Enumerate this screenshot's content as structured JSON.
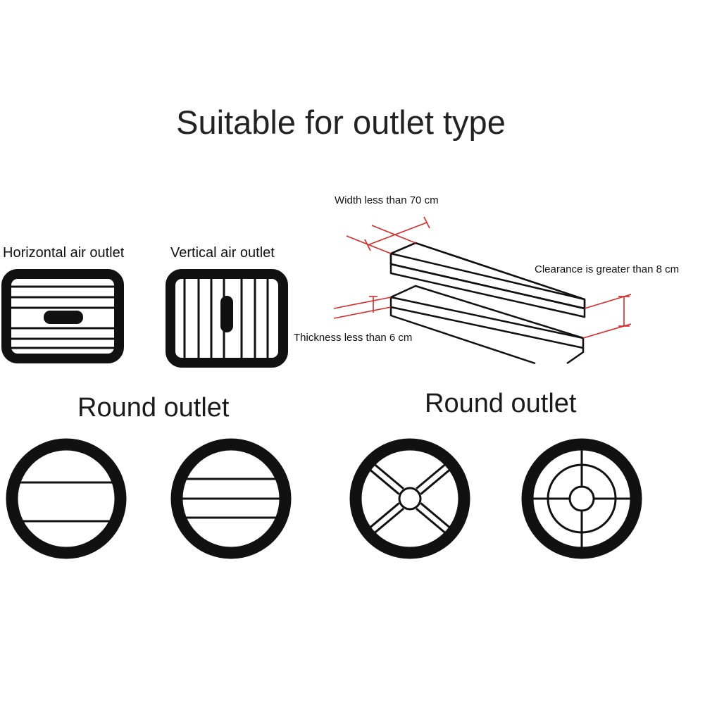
{
  "title": "Suitable for outlet type",
  "rect_outlets": {
    "horizontal_label": "Horizontal air outlet",
    "vertical_label": "Vertical air outlet"
  },
  "dimensions": {
    "width_label": "Width less than 70 cm",
    "clearance_label": "Clearance is greater than 8 cm",
    "thickness_label": "Thickness less than 6 cm"
  },
  "round_sections": {
    "left_label": "Round outlet",
    "right_label": "Round outlet"
  },
  "colors": {
    "icon": "#111111",
    "dimension_line": "#d42a2a"
  }
}
